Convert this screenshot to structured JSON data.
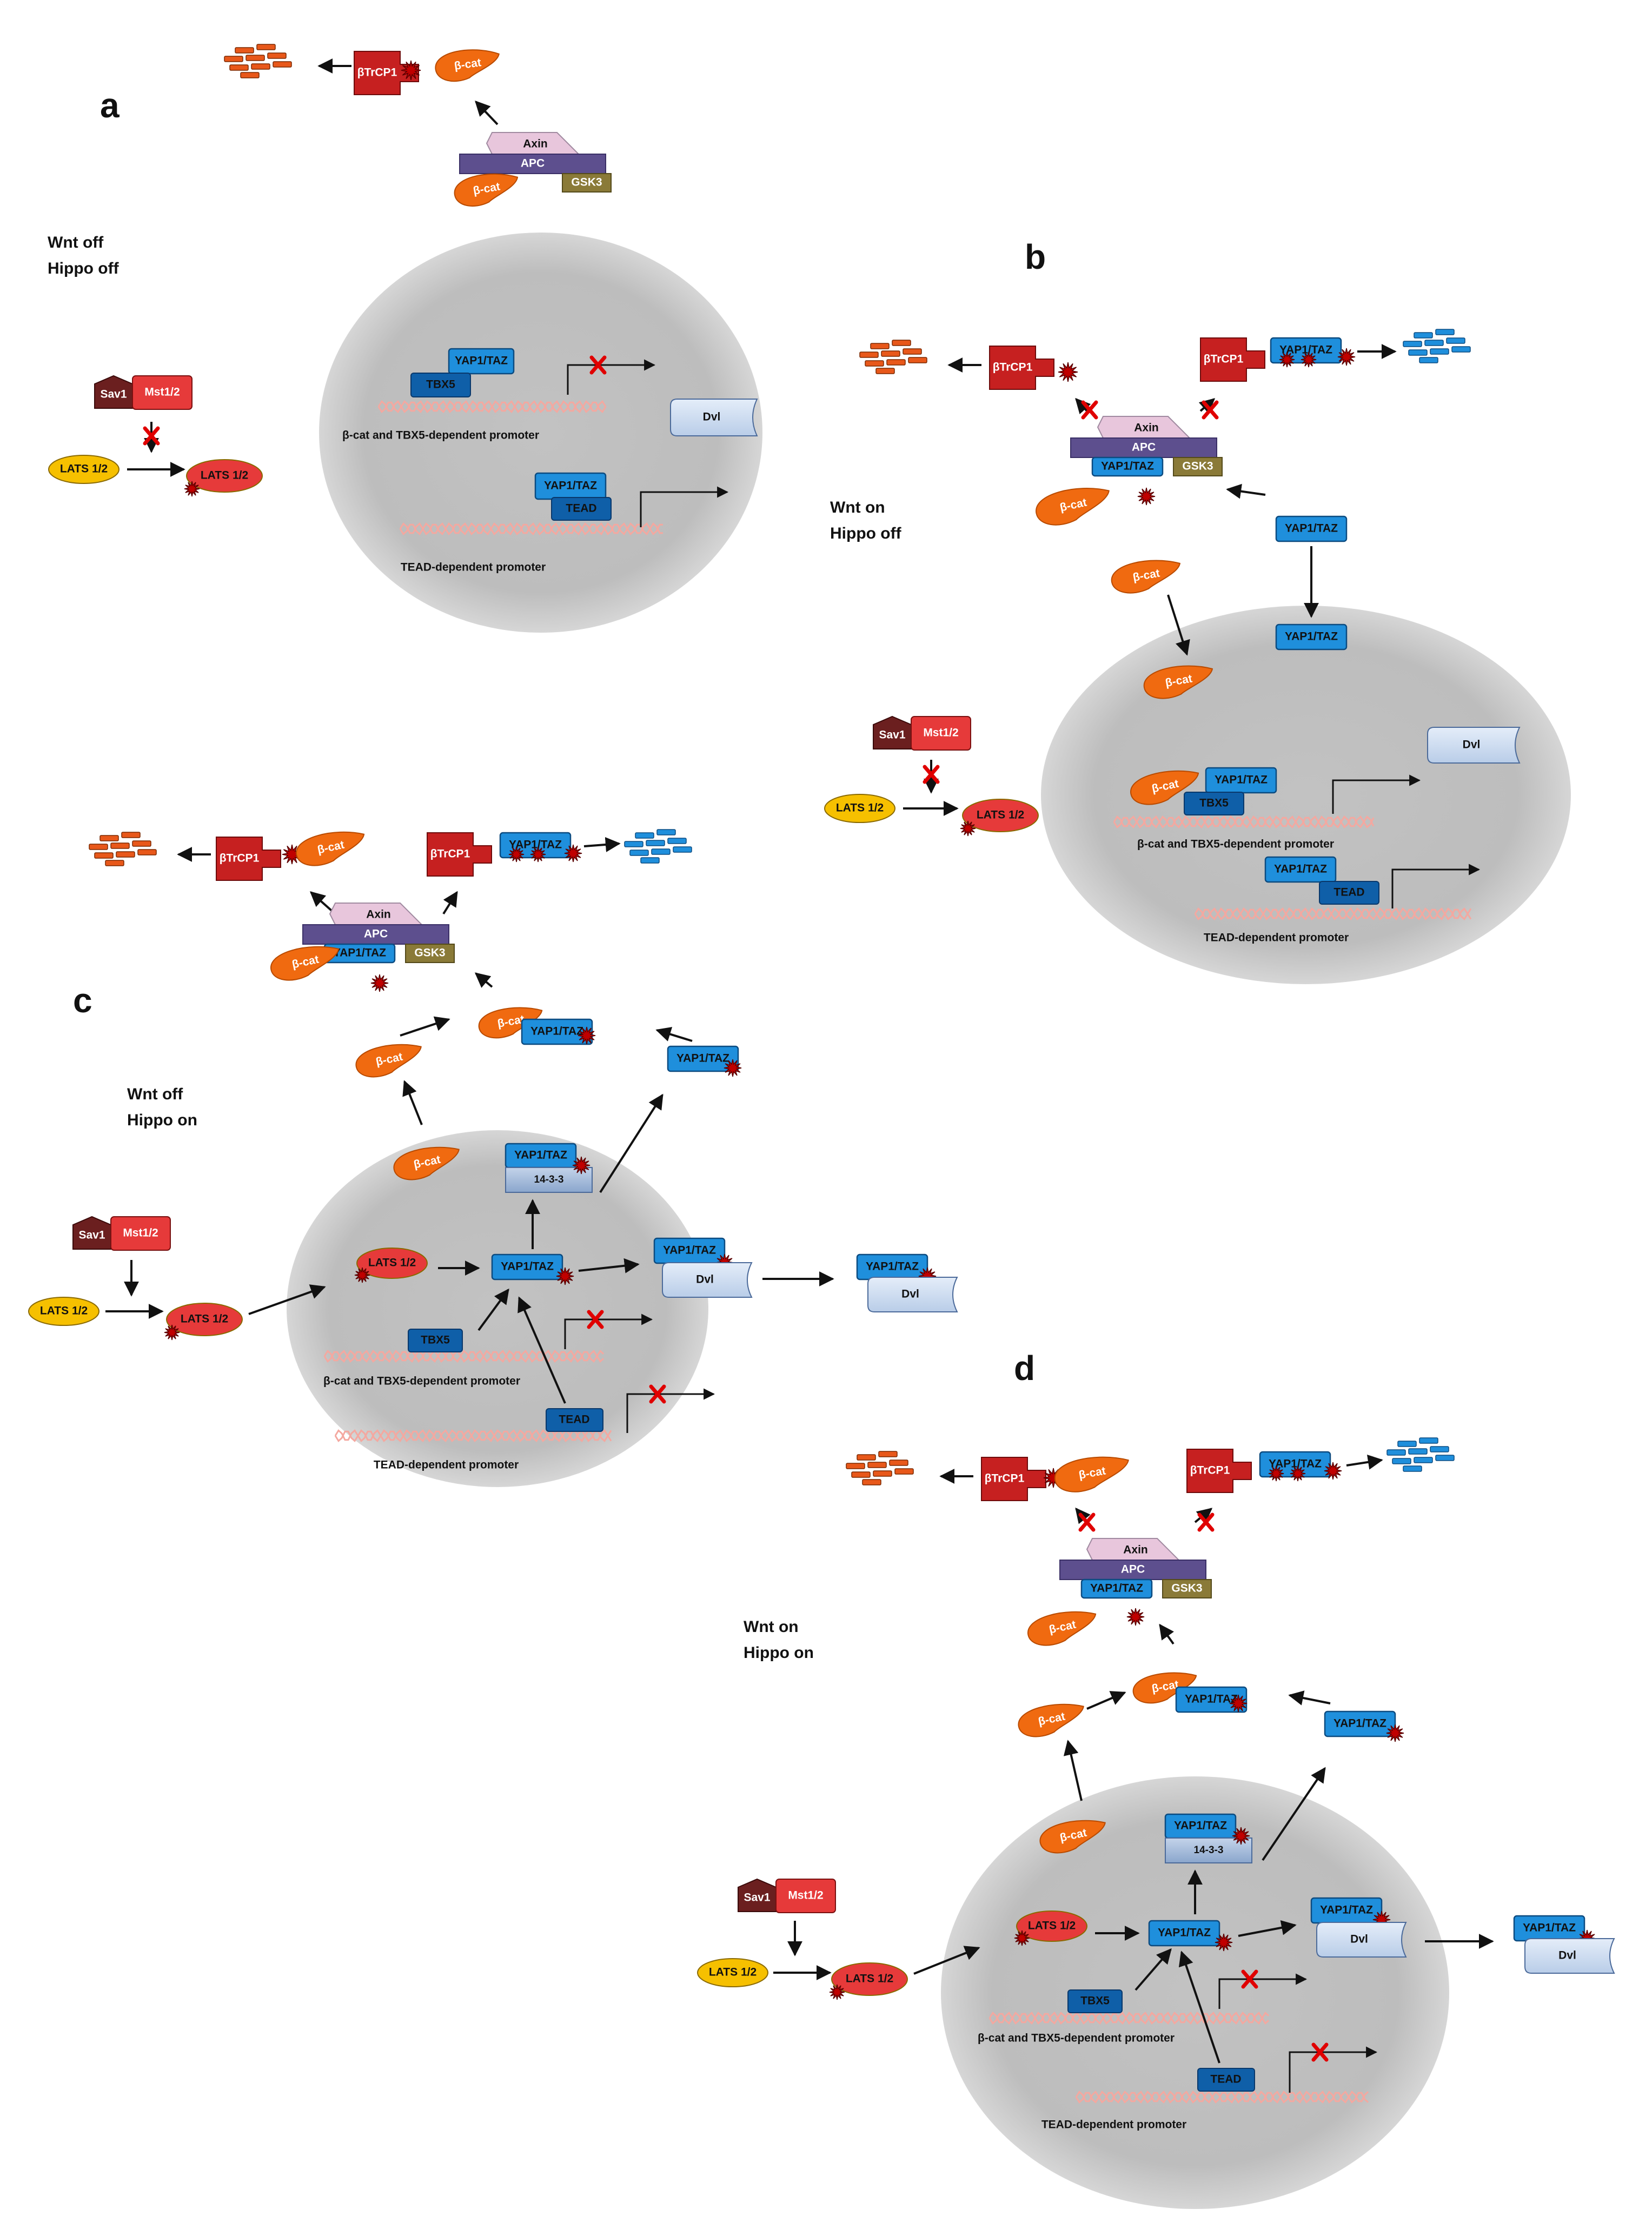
{
  "figure": {
    "labels": {
      "bTrCP1": "βTrCP1",
      "bcat": "β-cat",
      "axin": "Axin",
      "apc": "APC",
      "gsk3": "GSK3",
      "yap": "YAP1/TAZ",
      "tbx5": "TBX5",
      "tead": "TEAD",
      "dvl": "Dvl",
      "sav1": "Sav1",
      "mst": "Mst1/2",
      "lats": "LATS 1/2",
      "p1433": "14-3-3",
      "bcat_promoter": "β-cat and TBX5-dependent promoter",
      "tead_promoter": "TEAD-dependent promoter"
    },
    "panels": {
      "a": {
        "letter": "a",
        "state1": "Wnt off",
        "state2": "Hippo off"
      },
      "b": {
        "letter": "b",
        "state1": "Wnt on",
        "state2": "Hippo off"
      },
      "c": {
        "letter": "c",
        "state1": "Wnt off",
        "state2": "Hippo on"
      },
      "d": {
        "letter": "d",
        "state1": "Wnt on",
        "state2": "Hippo on"
      }
    }
  }
}
